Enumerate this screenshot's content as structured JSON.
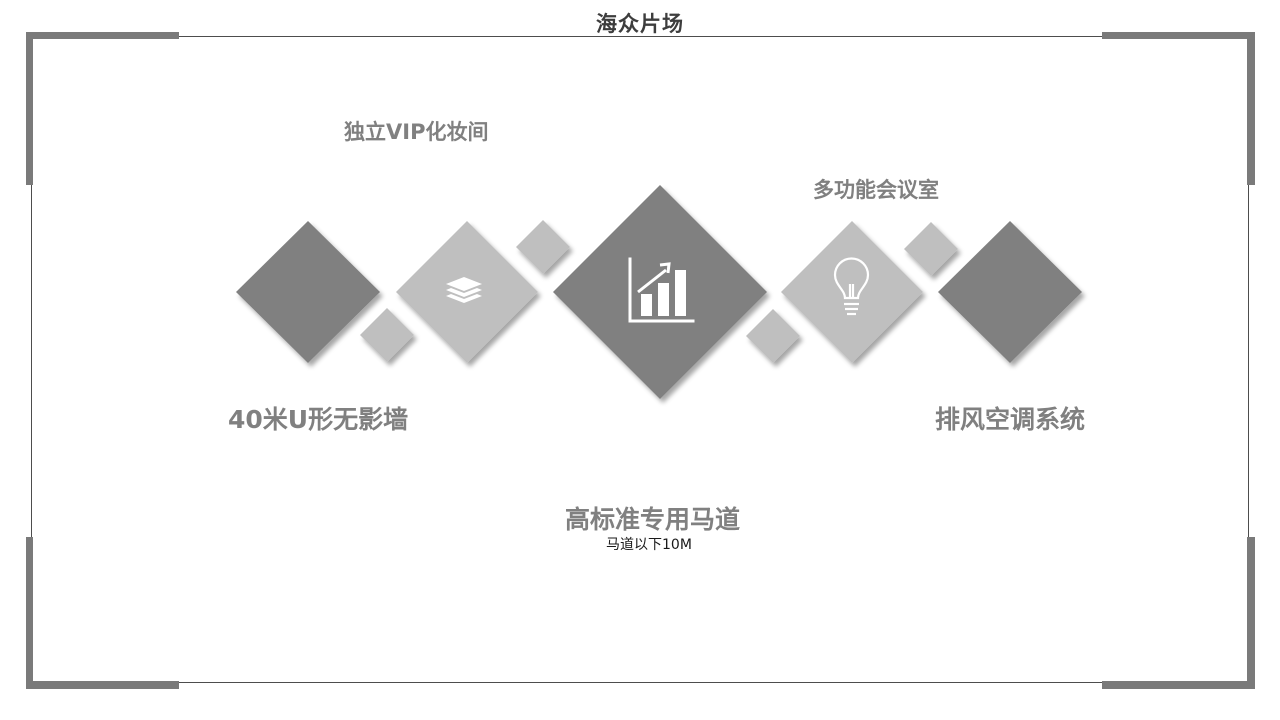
{
  "title": "海众片场",
  "features": {
    "top_left": "独立VIP化妆间",
    "top_right": "多功能会议室",
    "bottom_left": "40米U形无影墙",
    "bottom_right": "排风空调系统",
    "bottom_center": "高标准专用马道",
    "bottom_center_sub": "马道以下10M"
  },
  "icons": {
    "left_mid": "layers-icon",
    "center": "bar-chart-growth-icon",
    "right_mid": "lightbulb-icon"
  },
  "colors": {
    "dark_gray": "#808080",
    "light_gray": "#bfbfbf",
    "frame": "#7a7a7a",
    "label": "#808080"
  }
}
